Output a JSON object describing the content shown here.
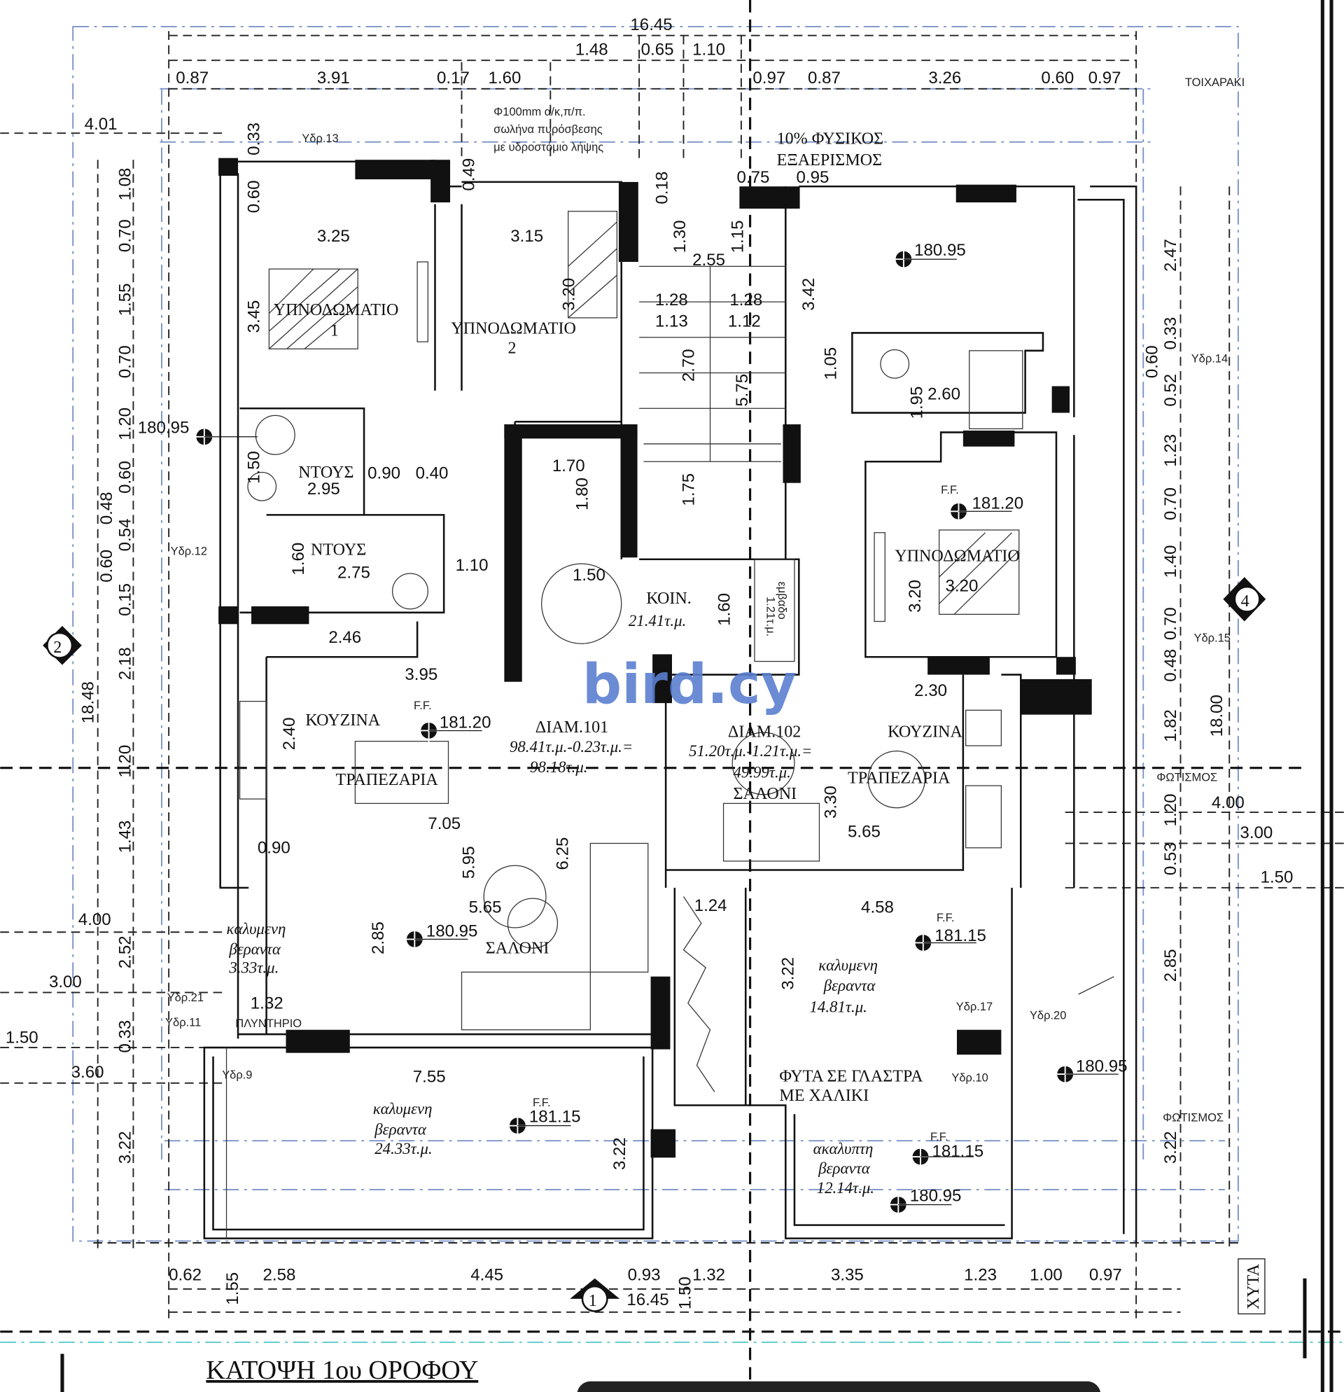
{
  "title": "ΚΑΤΟΨΗ 1ου ΟΡΟΦΟΥ",
  "watermark": "bird.cy",
  "stamp": "ΧΥΤΑ",
  "grid_markers": [
    "1",
    "2",
    "4"
  ],
  "rooms": {
    "bedroom1": {
      "name": "ΥΠΝΟΔΩΜΑΤΙΟ",
      "num": "1"
    },
    "bedroom2": {
      "name": "ΥΠΝΟΔΩΜΑΤΙΟ",
      "num": "2"
    },
    "bedroom3": {
      "name": "ΥΠΝΟΔΩΜΑΤΙΟ"
    },
    "shower1": "ΝΤΟΥΣ",
    "shower2": "ΝΤΟΥΣ",
    "kitchen1": "ΚΟΥΖΙΝΑ",
    "kitchen2": "ΚΟΥΖΙΝΑ",
    "dining1": "ΤΡΑΠΕΖΑΡΙΑ",
    "dining2": "ΤΡΑΠΕΖΑΡΙΑ",
    "living1": "ΣΑΛΟΝΙ",
    "living2": "ΣΑΛΟΝΙ",
    "common": {
      "name": "ΚΟΙΝ.",
      "area": "21.41τ.μ."
    },
    "lift_area": {
      "label": "εμβαδο",
      "area": "1.21τ.μ."
    }
  },
  "apartments": {
    "a101": {
      "name": "ΔΙΑΜ.101",
      "calc": "98.41τ.μ.-0.23τ.μ.=",
      "total": "98.18τ.μ."
    },
    "a102": {
      "name": "ΔΙΑΜ.102",
      "calc": "51.20τ.μ.-1.21τ.μ.=",
      "total": "49.99τ.μ."
    }
  },
  "verandas": {
    "v1": {
      "l1": "καλυμενη",
      "l2": "βεραντα",
      "area": "3.33τ.μ."
    },
    "v2": {
      "l1": "καλυμενη",
      "l2": "βεραντα",
      "area": "24.33τ.μ."
    },
    "v3": {
      "l1": "καλυμενη",
      "l2": "βεραντα",
      "area": "14.81τ.μ."
    },
    "v4": {
      "l1": "ακαλυπτη",
      "l2": "βεραντα",
      "area": "12.14τ.μ."
    }
  },
  "notes": {
    "fire1": "Φ100mm α/κ,π/π.",
    "fire2": "σωλήνα πυρόσβεσης",
    "fire3": "με υδροστόμιο λήψης",
    "vent1": "10% ΦΥΣΙΚΟΣ",
    "vent2": "ΕΞΑΕΡΙΣΜΟΣ",
    "wall": "ΤΟΙΧΑΡΑΚΙ",
    "light1": "ΦΩΤΙΣΜΟΣ",
    "light2": "ΦΩΤΙΣΜΟΣ",
    "plants1": "ΦΥΤΑ ΣΕ ΓΛΑΣΤΡΑ",
    "plants2": "ΜΕ ΧΑΛΙΚΙ",
    "ff": "F.F.",
    "laundry": "ΠΛΥΝΤΗΡΙΟ"
  },
  "hydro": [
    "Υδρ.13",
    "Υδρ.14",
    "Υδρ.12",
    "Υδρ.15",
    "Υδρ.21",
    "Υδρ.11",
    "Υδρ.9",
    "Υδρ.17",
    "Υδρ.20",
    "Υδρ.10"
  ],
  "levels": [
    "180.95",
    "180.95",
    "181.20",
    "181.20",
    "180.95",
    "181.15",
    "180.95",
    "181.15",
    "181.15",
    "180.95"
  ],
  "dims": {
    "top_total": "16.45",
    "top_row1": [
      "1.48",
      "0.65",
      "1.10"
    ],
    "top_row2": [
      "0.87",
      "3.91",
      "0.17",
      "1.60",
      "0.97",
      "0.87",
      "3.26",
      "0.60",
      "0.97"
    ],
    "bottom_row": [
      "0.62",
      "2.58",
      "4.45",
      "0.93",
      "1.32",
      "3.35",
      "1.23",
      "1.00",
      "0.97"
    ],
    "bottom_total": "16.45",
    "left_col": [
      "1.08",
      "0.70",
      "1.55",
      "0.70",
      "1.20",
      "0.60",
      "0.48",
      "0.54",
      "0.60",
      "0.15",
      "2.18",
      "1.20",
      "1.43",
      "2.52",
      "0.33",
      "3.22"
    ],
    "left_total": "18.48",
    "right_col": [
      "2.47",
      "0.33",
      "0.60",
      "0.52",
      "1.23",
      "0.70",
      "1.40",
      "0.70",
      "0.48",
      "1.82",
      "1.20",
      "0.53",
      "2.85",
      "3.22"
    ],
    "right_total": "18.00",
    "left_offsets": [
      "4.01",
      "4.00",
      "3.00",
      "1.50",
      "3.60"
    ],
    "right_offsets": [
      "4.00",
      "3.00",
      "1.50"
    ],
    "misc_bottom": [
      "1.55",
      "1.50"
    ],
    "interior": [
      "3.25",
      "3.15",
      "3.45",
      "3.20",
      "2.55",
      "1.30",
      "1.15",
      "1.28",
      "1.28",
      "1.13",
      "1.12",
      "2.70",
      "5.75",
      "3.42",
      "1.05",
      "1.95",
      "2.60",
      "1.50",
      "2.95",
      "0.90",
      "0.40",
      "1.60",
      "2.75",
      "1.10",
      "1.70",
      "1.80",
      "1.75",
      "1.50",
      "1.60",
      "2.46",
      "3.95",
      "2.40",
      "7.05",
      "0.90",
      "5.95",
      "6.25",
      "5.65",
      "2.85",
      "1.32",
      "7.55",
      "3.22",
      "1.24",
      "4.58",
      "3.22",
      "2.30",
      "3.30",
      "5.65",
      "3.20",
      "3.20",
      "0.75",
      "0.95",
      "0.18",
      "0.49",
      "0.33",
      "0.60"
    ]
  }
}
